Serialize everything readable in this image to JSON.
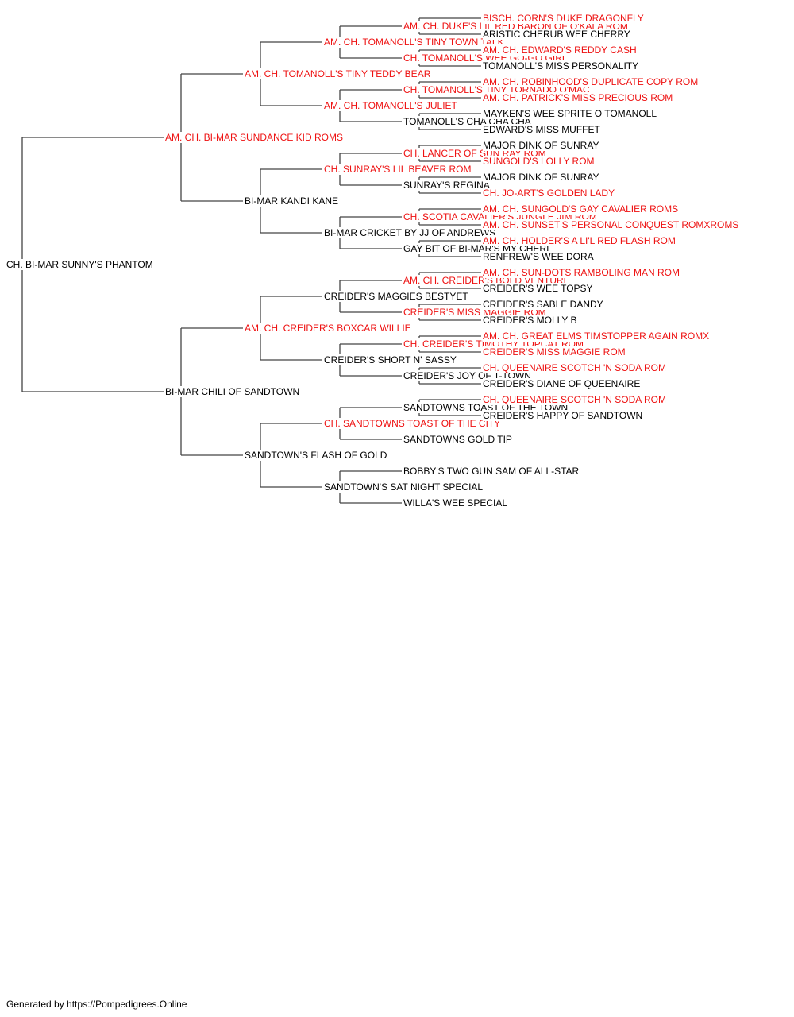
{
  "dogs": [
    {
      "name": "CH. BI-MAR SUNNY'S PHANTOM",
      "champion": false
    },
    {
      "name": "AM. CH. BI-MAR SUNDANCE KID ROMS",
      "champion": true
    },
    {
      "name": "BI-MAR CHILI OF SANDTOWN",
      "champion": false
    },
    {
      "name": "AM. CH. TOMANOLL'S TINY TEDDY BEAR",
      "champion": true
    },
    {
      "name": "BI-MAR KANDI KANE",
      "champion": false
    },
    {
      "name": "AM. CH. CREIDER'S BOXCAR WILLIE",
      "champion": true
    },
    {
      "name": "SANDTOWN'S FLASH OF GOLD",
      "champion": false
    },
    {
      "name": "AM. CH. TOMANOLL'S TINY TOWN TALK",
      "champion": true
    },
    {
      "name": "AM. CH. TOMANOLL'S JULIET",
      "champion": true
    },
    {
      "name": "CH. SUNRAY'S LIL BEAVER ROM",
      "champion": true
    },
    {
      "name": "BI-MAR CRICKET BY JJ OF ANDREWS",
      "champion": false
    },
    {
      "name": "CREIDER'S MAGGIES BESTYET",
      "champion": false
    },
    {
      "name": "CREIDER'S SHORT N' SASSY",
      "champion": false
    },
    {
      "name": "CH. SANDTOWNS TOAST OF THE CITY",
      "champion": true
    },
    {
      "name": "SANDTOWN'S SAT NIGHT SPECIAL",
      "champion": false
    },
    {
      "name": "AM. CH. DUKE'S LIL RED BARON OF O'KALA ROM",
      "champion": true
    },
    {
      "name": "CH. TOMANOLL'S WEE GO-GO GIRL",
      "champion": true
    },
    {
      "name": "CH. TOMANOLL'S TINY TORNADO O'MAC",
      "champion": true
    },
    {
      "name": "TOMANOLL'S CHA CHA CHA",
      "champion": false
    },
    {
      "name": "CH. LANCER OF SUN RAY ROM",
      "champion": true
    },
    {
      "name": "SUNRAY'S REGINA",
      "champion": false
    },
    {
      "name": "CH. SCOTIA CAVALIER'S JUNGLE JIM ROM",
      "champion": true
    },
    {
      "name": "GAY BIT OF BI-MAR'S MY CHERI",
      "champion": false
    },
    {
      "name": "AM. CH. CREIDER'S BOLD VENTURE",
      "champion": true
    },
    {
      "name": "CREIDER'S MISS MAGGIE ROM",
      "champion": true
    },
    {
      "name": "CH. CREIDER'S TIMOTHY TOPCAT ROM",
      "champion": true
    },
    {
      "name": "CREIDER'S JOY OF T-TOWN",
      "champion": false
    },
    {
      "name": "SANDTOWNS TOAST OF THE TOWN",
      "champion": false
    },
    {
      "name": "SANDTOWNS GOLD TIP",
      "champion": false
    },
    {
      "name": "BOBBY'S TWO GUN SAM OF ALL-STAR",
      "champion": false
    },
    {
      "name": "WILLA'S WEE SPECIAL",
      "champion": false
    },
    {
      "name": "BISCH. CORN'S DUKE DRAGONFLY",
      "champion": true
    },
    {
      "name": "ARISTIC CHERUB WEE CHERRY",
      "champion": false
    },
    {
      "name": "AM. CH. EDWARD'S REDDY CASH",
      "champion": true
    },
    {
      "name": "TOMANOLL'S MISS PERSONALITY",
      "champion": false
    },
    {
      "name": "AM. CH. ROBINHOOD'S DUPLICATE COPY ROM",
      "champion": true
    },
    {
      "name": "AM. CH. PATRICK'S MISS PRECIOUS ROM",
      "champion": true
    },
    {
      "name": "MAYKEN'S WEE SPRITE O TOMANOLL",
      "champion": false
    },
    {
      "name": "EDWARD'S MISS MUFFET",
      "champion": false
    },
    {
      "name": "MAJOR DINK OF SUNRAY",
      "champion": false
    },
    {
      "name": "SUNGOLD'S LOLLY ROM",
      "champion": true
    },
    {
      "name": "MAJOR DINK OF SUNRAY",
      "champion": false
    },
    {
      "name": "CH. JO-ART'S GOLDEN LADY",
      "champion": true
    },
    {
      "name": "AM. CH. SUNGOLD'S GAY CAVALIER ROMS",
      "champion": true
    },
    {
      "name": "AM. CH. SUNSET'S PERSONAL CONQUEST ROMXROMS",
      "champion": true
    },
    {
      "name": "AM. CH. HOLDER'S A LI'L RED FLASH ROM",
      "champion": true
    },
    {
      "name": "RENFREW'S WEE DORA",
      "champion": false
    },
    {
      "name": "AM. CH. SUN-DOTS RAMBOLING MAN ROM",
      "champion": true
    },
    {
      "name": "CREIDER'S WEE TOPSY",
      "champion": false
    },
    {
      "name": "CREIDER'S SABLE DANDY",
      "champion": false
    },
    {
      "name": "CREIDER'S MOLLY B",
      "champion": false
    },
    {
      "name": "AM. CH. GREAT ELMS TIMSTOPPER AGAIN ROMX",
      "champion": true
    },
    {
      "name": "CREIDER'S MISS MAGGIE ROM",
      "champion": true
    },
    {
      "name": "CH. QUEENAIRE SCOTCH 'N SODA ROM",
      "champion": true
    },
    {
      "name": "CREIDER'S DIANE OF QUEENAIRE",
      "champion": false
    },
    {
      "name": "CH. QUEENAIRE SCOTCH 'N SODA ROM",
      "champion": true
    },
    {
      "name": "CREIDER'S HAPPY OF SANDTOWN",
      "champion": false
    },
    null,
    null,
    null,
    null,
    null,
    null,
    null
  ],
  "colors": {
    "champion": "#ee1111",
    "regular": "#000000",
    "lines": "#444444"
  },
  "footer": "Generated by https://Pompedigrees.Online"
}
